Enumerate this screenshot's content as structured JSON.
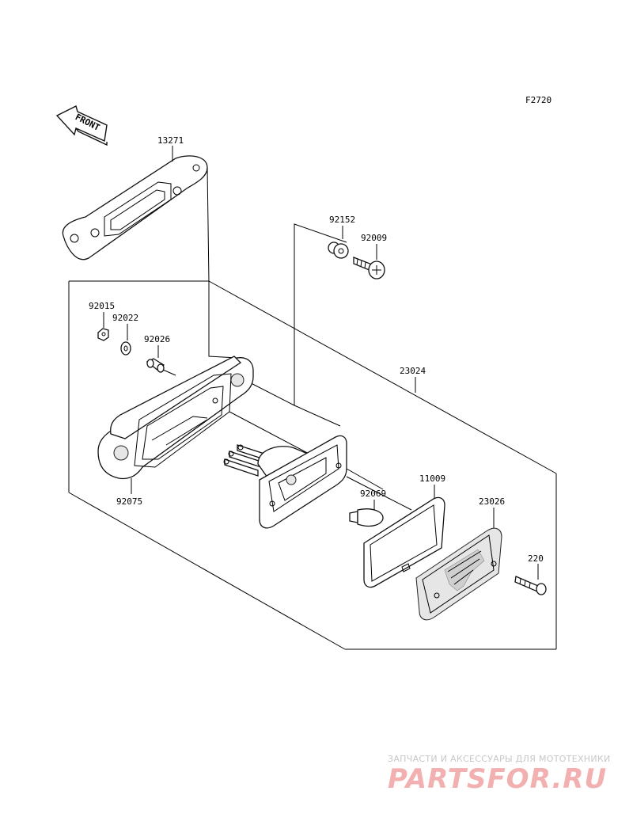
{
  "figure_code": "F2720",
  "front_label": "FRONT",
  "parts": {
    "p13271": "13271",
    "p92152": "92152",
    "p92009": "92009",
    "p92015": "92015",
    "p92022": "92022",
    "p92026": "92026",
    "p23024": "23024",
    "p92075": "92075",
    "p92069": "92069",
    "p11009": "11009",
    "p23026": "23026",
    "p220": "220"
  },
  "watermark": {
    "tagline": "ЗАПЧАСТИ И АКСЕССУАРЫ ДЛЯ МОТОТЕХНИКИ",
    "logo": "PARTSFOR.RU"
  }
}
